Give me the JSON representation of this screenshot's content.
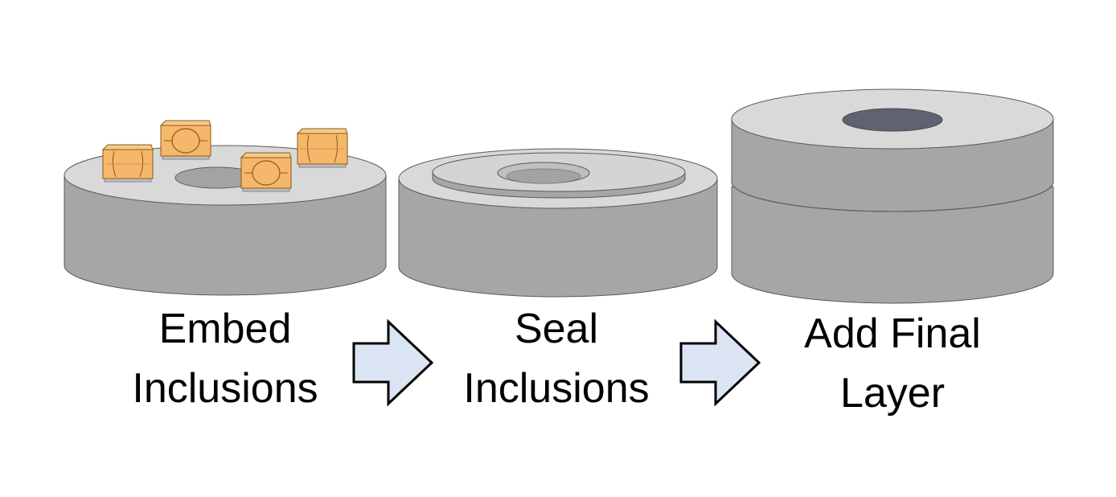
{
  "steps": [
    {
      "line1": "Embed",
      "line2": "Inclusions"
    },
    {
      "line1": "Seal",
      "line2": "Inclusions"
    },
    {
      "line1": "Add Final",
      "line2": "Layer"
    }
  ],
  "colors": {
    "disk_side": "#a6a6a6",
    "disk_top": "#d9d9d9",
    "hole": "#a3a3a3",
    "hole_final": "#5f6270",
    "inclusion": "#f5b76a",
    "arrow_fill": "#dbe4f3",
    "outline": "#5a5a5a"
  }
}
